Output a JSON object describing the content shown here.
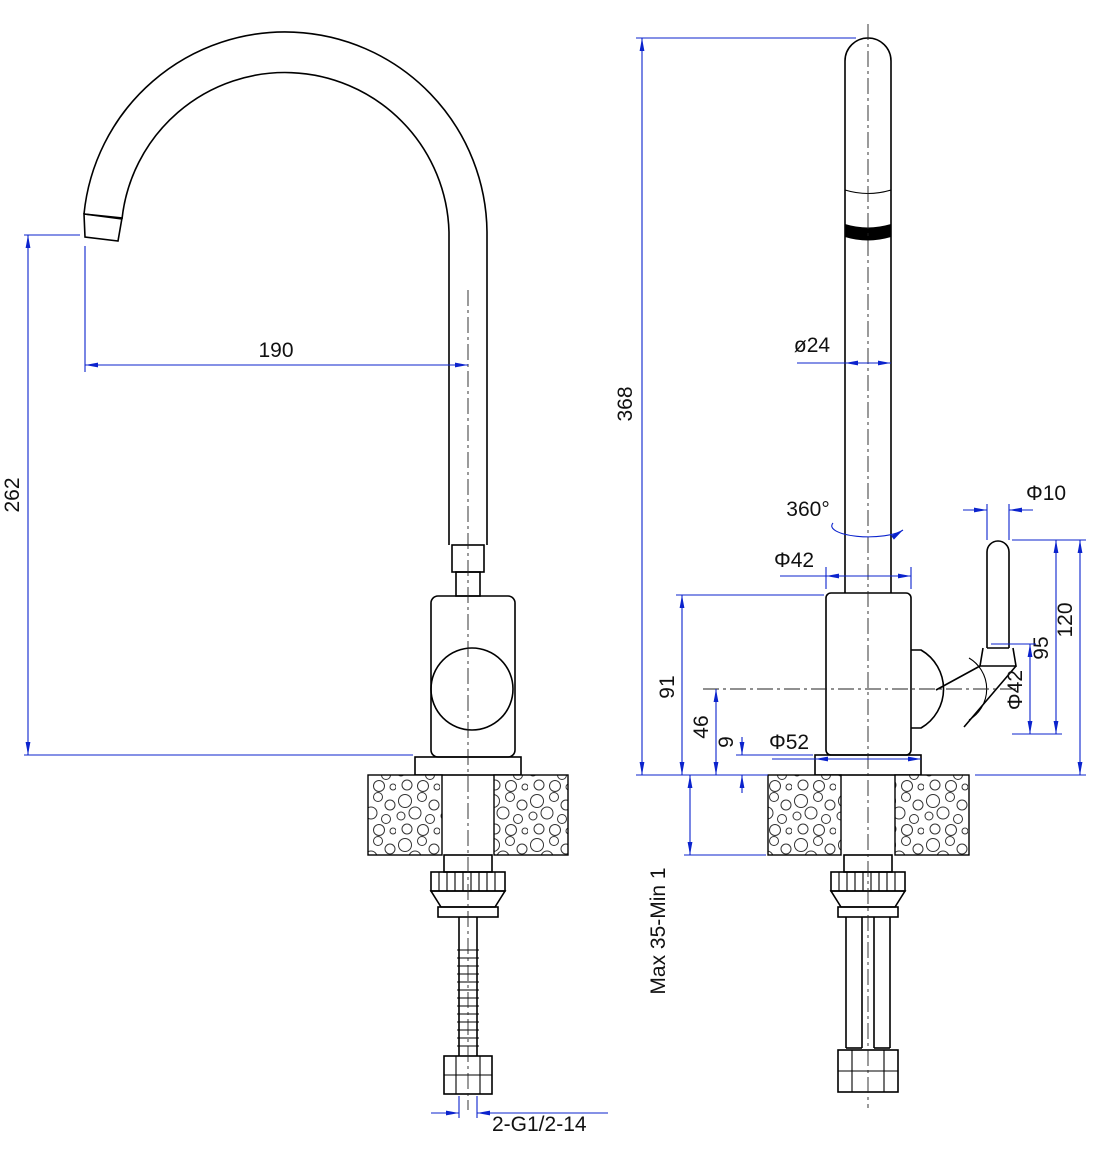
{
  "colors": {
    "outline": "#000000",
    "dimension_line": "#0b23cd",
    "dimension_text": "#111111"
  },
  "dimensions": {
    "spout_reach": "190",
    "spout_height": "262",
    "overall_height": "368",
    "spout_tube_diameter": "ø24",
    "swivel_angle": "360°",
    "handle_lever_diameter": "Φ10",
    "body_diameter": "Φ42",
    "body_height_above_deck": "91",
    "handle_axis_height": "46",
    "base_plate_thickness": "9",
    "base_diameter": "Φ52",
    "handle_top_to_joint_bottom": "95",
    "handle_top_to_deck": "120",
    "joint_diameter": "Φ42",
    "counter_thickness_range": "Max 35-Min 1",
    "inlet_thread": "2-G1/2-14"
  }
}
